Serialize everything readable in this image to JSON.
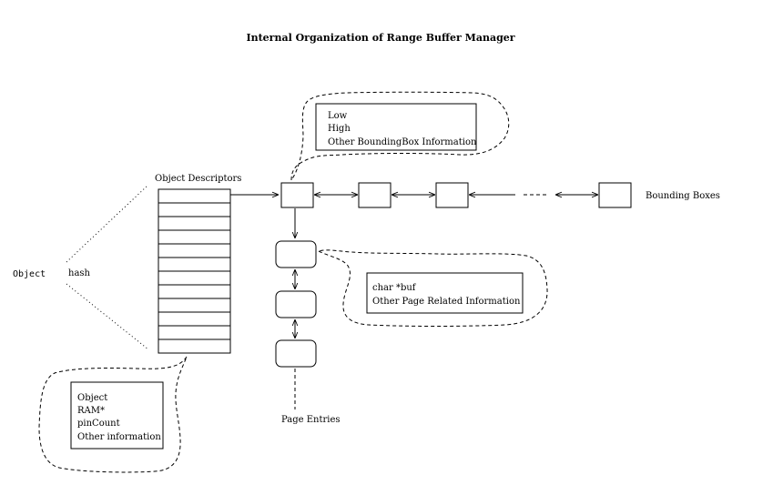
{
  "title": "Internal Organization of Range Buffer Manager",
  "labels": {
    "object": "Object",
    "hash": "hash",
    "object_descriptors": "Object Descriptors",
    "bounding_boxes": "Bounding Boxes",
    "page_entries": "Page Entries"
  },
  "bbox_info": [
    "Low",
    "High",
    "Other BoundingBox Information"
  ],
  "page_info": [
    "char *buf",
    "Other Page Related Information"
  ],
  "descriptor_info": [
    "Object",
    "RAM*",
    "pinCount",
    "Other information"
  ]
}
